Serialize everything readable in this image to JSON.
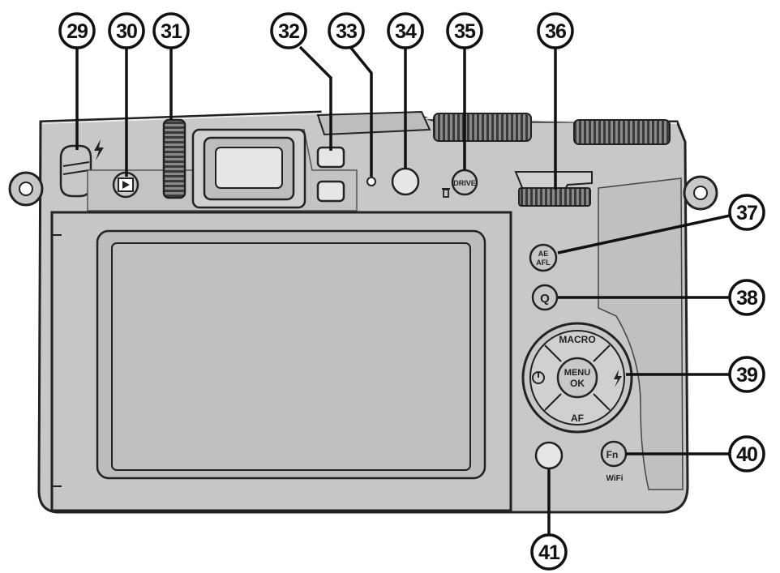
{
  "diagram": {
    "callouts": [
      "29",
      "30",
      "31",
      "32",
      "33",
      "34",
      "35",
      "36",
      "37",
      "38",
      "39",
      "40",
      "41"
    ],
    "button_labels": {
      "ae": "AE",
      "afl": "AFL",
      "q": "Q",
      "macro": "MACRO",
      "menu": "MENU",
      "ok": "OK",
      "af": "AF",
      "drive": "DRIVE",
      "fn": "Fn",
      "wifi": "WiFi"
    },
    "icons": [
      "flash-icon",
      "playback-icon",
      "trash-icon",
      "self-timer-icon",
      "flash-mode-icon"
    ]
  }
}
